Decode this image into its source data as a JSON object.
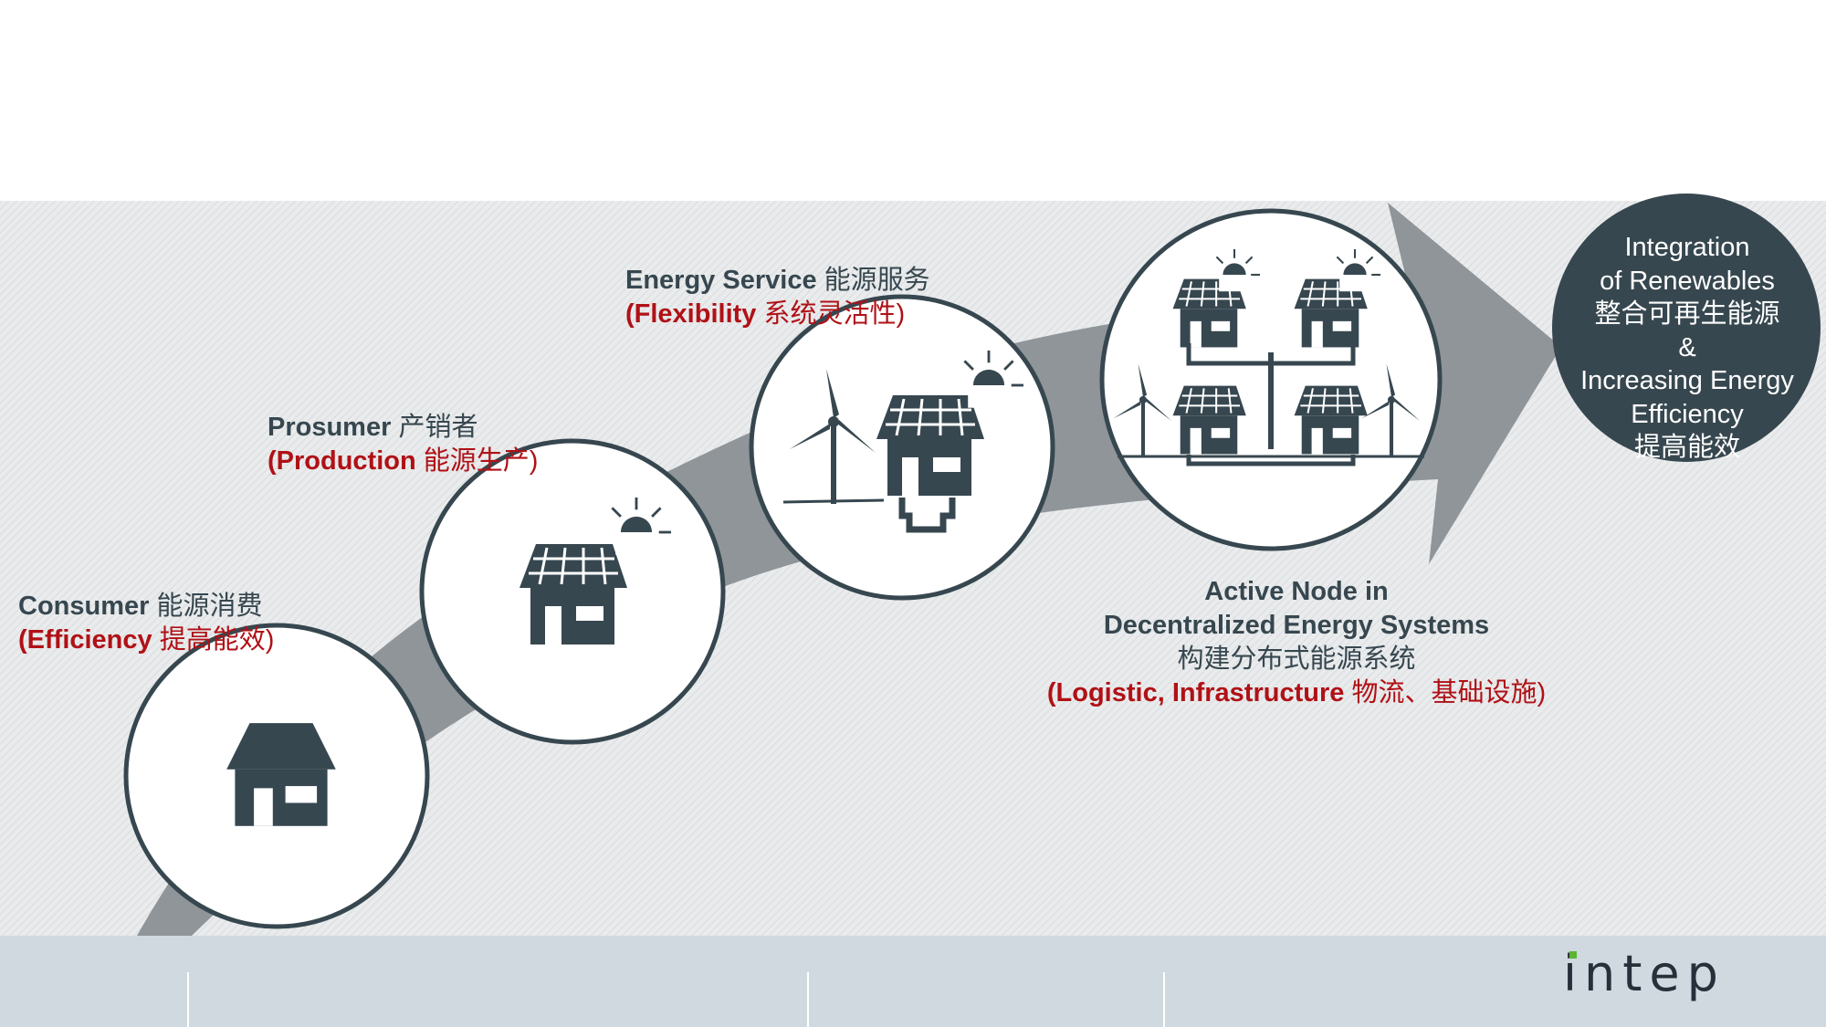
{
  "colors": {
    "dark": "#37474f",
    "accent_red": "#b01116",
    "arrow": "#8f9599",
    "band_bg": "#e8eaeb",
    "footer_bg": "#cfd9df",
    "logo_dot": "#5bb531"
  },
  "stages": [
    {
      "id": "consumer",
      "title": "Consumer",
      "title_cn": "能源消费",
      "sub": "(Efficiency",
      "sub_cn": "提高能效)",
      "icon": "house-icon"
    },
    {
      "id": "prosumer",
      "title": "Prosumer",
      "title_cn": "产销者",
      "sub": "(Production",
      "sub_cn": "能源生产)",
      "icon": "solar-house-icon"
    },
    {
      "id": "energy-service",
      "title": "Energy Service",
      "title_cn": "能源服务",
      "sub": "(Flexibility",
      "sub_cn": "系统灵活性)",
      "icon": "wind-solar-house-icon"
    },
    {
      "id": "active-node",
      "title_lines": [
        "Active Node in",
        "Decentralized Energy Systems"
      ],
      "title_cn": "构建分布式能源系统",
      "sub": "(Logistic, Infrastructure",
      "sub_cn": "物流、基础设施)",
      "icon": "energy-network-icon"
    }
  ],
  "goal": {
    "lines": [
      "Integration",
      "of Renewables",
      "整合可再生能源",
      "&",
      "Increasing Energy",
      "Efficiency",
      "提高能效"
    ]
  },
  "logo": {
    "text": "intep"
  }
}
